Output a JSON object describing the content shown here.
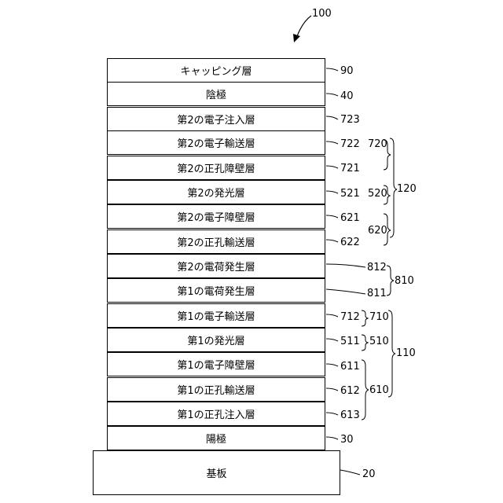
{
  "figure_ref": "100",
  "layers": [
    {
      "label": "キャッピング層",
      "ref": "90"
    },
    {
      "label": "陰極",
      "ref": "40"
    },
    {
      "label": "第2の電子注入層",
      "ref": "723"
    },
    {
      "label": "第2の電子輸送層",
      "ref": "722"
    },
    {
      "label": "第2の正孔障壁層",
      "ref": "721"
    },
    {
      "label": "第2の発光層",
      "ref": "521"
    },
    {
      "label": "第2の電子障壁層",
      "ref": "621"
    },
    {
      "label": "第2の正孔輸送層",
      "ref": "622"
    },
    {
      "label": "第2の電荷発生層",
      "ref": "812"
    },
    {
      "label": "第1の電荷発生層",
      "ref": "811"
    },
    {
      "label": "第1の電子輸送層",
      "ref": "712"
    },
    {
      "label": "第1の発光層",
      "ref": "511"
    },
    {
      "label": "第1の電子障壁層",
      "ref": "611"
    },
    {
      "label": "第1の正孔輸送層",
      "ref": "612"
    },
    {
      "label": "第1の正孔注入層",
      "ref": "613"
    },
    {
      "label": "陽極",
      "ref": "30"
    }
  ],
  "substrate": {
    "label": "基板",
    "ref": "20"
  },
  "groups": {
    "g720": "720",
    "g520": "520",
    "g620": "620",
    "g120": "120",
    "g810": "810",
    "g710": "710",
    "g510": "510",
    "g610": "610",
    "g110": "110"
  }
}
